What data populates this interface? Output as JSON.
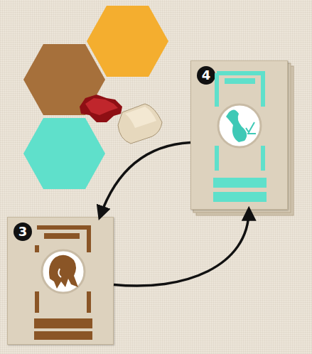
{
  "diagram": {
    "nodes": [
      {
        "text": [
          "4"
        ]
      },
      {
        "text": [
          "3"
        ]
      }
    ],
    "edges": [
      {
        "from": 0,
        "to": 1,
        "arrow": "to"
      },
      {
        "from": 1,
        "to": 0,
        "arrow": "to"
      }
    ]
  }
}
